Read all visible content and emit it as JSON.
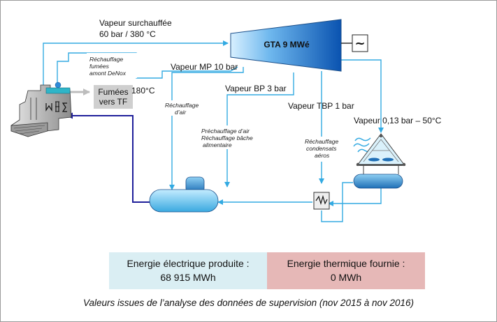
{
  "steam": {
    "superheated_line1": "Vapeur surchauffée",
    "superheated_line2": "60 bar / 380 °C",
    "mp": "Vapeur MP 10 bar",
    "bp": "Vapeur BP 3 bar",
    "tbp": "Vapeur TBP 1 bar",
    "exhaust": "Vapeur 0,13 bar – 50°C"
  },
  "turbine": {
    "label": "GTA 9 MWé"
  },
  "generator": {
    "symbol": "~"
  },
  "fumes": {
    "box_line1": "Fumées",
    "box_line2": "vers TF",
    "temperature": "180°C"
  },
  "notes": {
    "denox": [
      "Réchauffage",
      "fumées",
      "amont DeNox"
    ],
    "air": [
      "Réchauffage",
      "d’air"
    ],
    "bp_use": [
      "Préchauffage d’air",
      "Réchauffage bâche",
      "alimentaire"
    ],
    "condensate": [
      "Réchauffage",
      "condensats",
      "aéros"
    ]
  },
  "results": {
    "electric_label": "Energie électrique produite :",
    "electric_value": "68 915 MWh",
    "thermal_label": "Energie thermique fournie :",
    "thermal_value": "0 MWh"
  },
  "footnote": "Valeurs issues de l’analyse des données de supervision (nov 2015 à nov 2016)",
  "colors": {
    "steam_line": "#33aae2",
    "return_line": "#1f1f9a",
    "turbine_light": "#d8f0ff",
    "turbine_dark": "#0a53b0",
    "electric_bg": "#daeef3",
    "thermal_bg": "#e6b8b7"
  }
}
